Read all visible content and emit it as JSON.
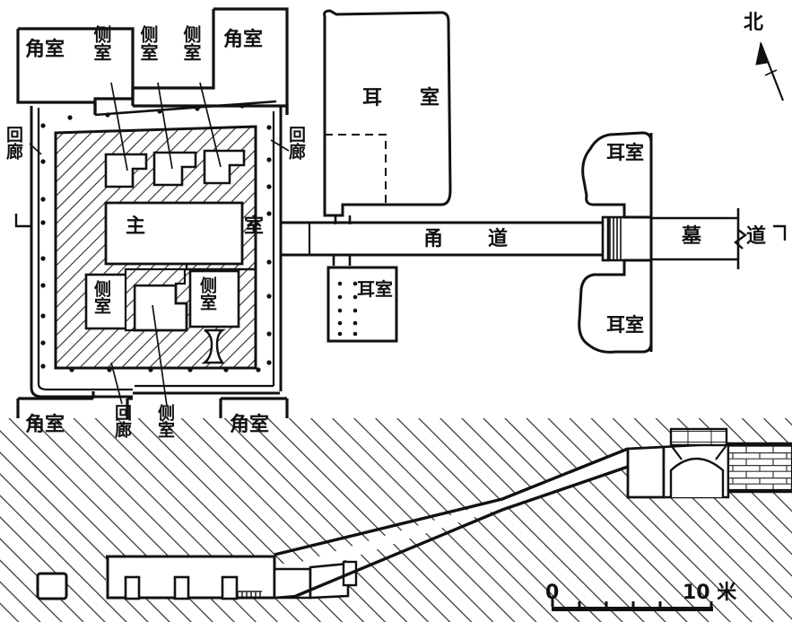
{
  "figure": {
    "type": "archaeological-tomb-plan-and-section",
    "orientation_label": "北",
    "scale": {
      "start_label": "0",
      "end_label": "10 米",
      "ticks": 5,
      "unit": "米"
    }
  },
  "plan": {
    "corner_rooms": [
      {
        "id": "corner-nw",
        "label": "角室"
      },
      {
        "id": "corner-ne",
        "label": "角室"
      },
      {
        "id": "corner-sw",
        "label": "角室"
      },
      {
        "id": "corner-se",
        "label": "角室"
      }
    ],
    "side_rooms_top": [
      {
        "id": "side-top-1",
        "label": "侧室"
      },
      {
        "id": "side-top-2",
        "label": "侧室"
      },
      {
        "id": "side-top-3",
        "label": "侧室"
      }
    ],
    "side_rooms_bottom": [
      {
        "id": "side-bot-left",
        "label": "侧室"
      },
      {
        "id": "side-bot-right",
        "label": "侧室"
      },
      {
        "id": "side-bot-callout",
        "label": "侧室"
      }
    ],
    "corridors": [
      {
        "id": "corridor-left",
        "label": "回廊"
      },
      {
        "id": "corridor-right",
        "label": "回廊"
      },
      {
        "id": "corridor-bottom",
        "label": "回廊"
      }
    ],
    "main_chamber": {
      "id": "main-chamber",
      "label": "主　　室"
    },
    "ear_chambers": [
      {
        "id": "ear-north-west",
        "label": "耳　室"
      },
      {
        "id": "ear-south-west",
        "label": "耳室"
      },
      {
        "id": "ear-north-east",
        "label": "耳室"
      },
      {
        "id": "ear-south-east",
        "label": "耳室"
      }
    ],
    "passage": {
      "id": "passage-yongdao",
      "label": "甬　道"
    },
    "tomb_ramp": {
      "id": "tomb-ramp-mudao",
      "label": "墓　道"
    }
  },
  "colors": {
    "ink": "#111111",
    "line": "#1a1a1a",
    "hatch": "#333333",
    "paper": "#ffffff"
  }
}
